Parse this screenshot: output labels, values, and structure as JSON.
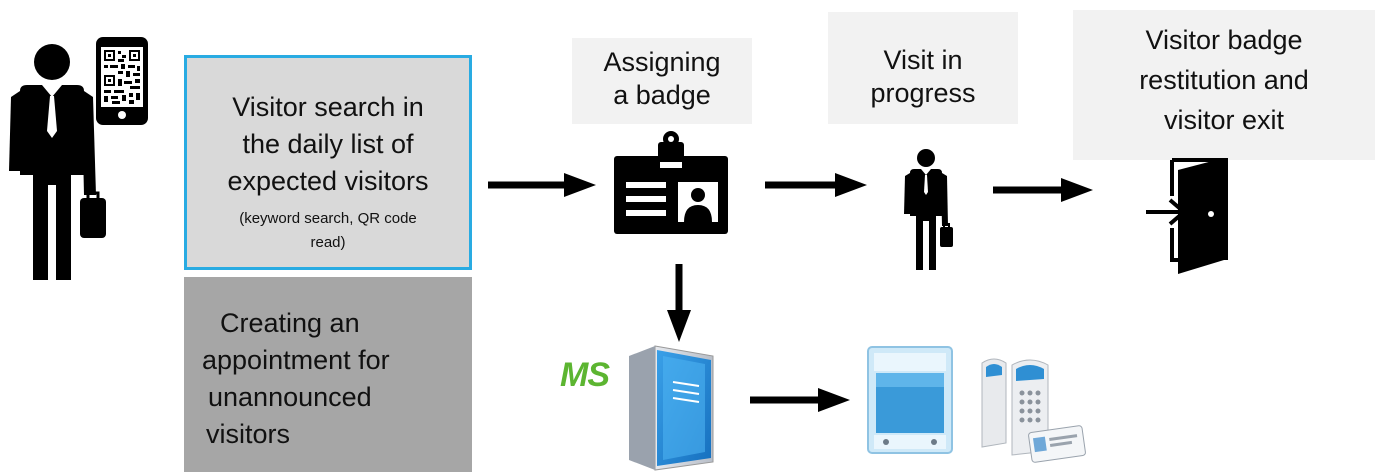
{
  "search_box": {
    "line1": "Visitor search in",
    "line2": "the daily list of",
    "line3": "expected visitors",
    "note1": "(keyword search, QR code",
    "note2": "read)"
  },
  "create_box": {
    "line1": "Creating an",
    "line2": "appointment for",
    "line3": "unannounced",
    "line4": "visitors"
  },
  "steps": {
    "badge_line1": "Assigning",
    "badge_line2": "a badge",
    "visit_line1": "Visit in",
    "visit_line2": "progress",
    "exit_line1": "Visitor badge",
    "exit_line2": "restitution and",
    "exit_line3": "visitor exit"
  },
  "server_logo": "MS",
  "colors": {
    "search_border": "#29abe2",
    "search_fill": "#d9d9d9",
    "create_fill": "#a6a6a6",
    "label_fill": "#f2f2f2",
    "logo_green": "#5cb531",
    "logo_blue": "#1e88d0",
    "device_blue": "#3a9ad9"
  }
}
